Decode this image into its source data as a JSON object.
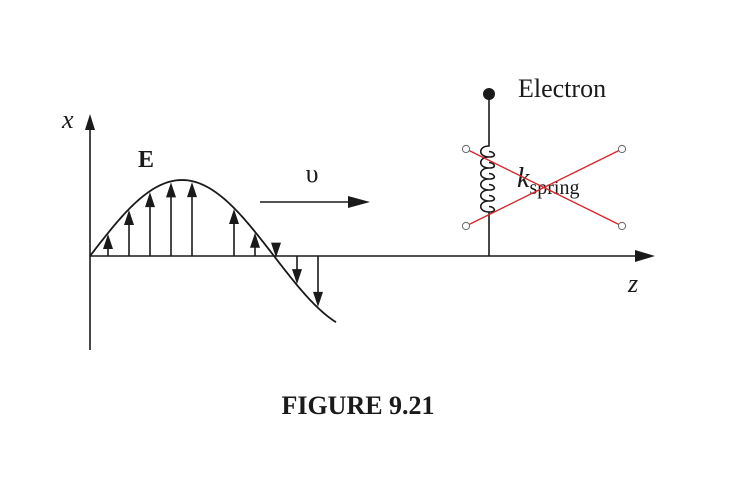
{
  "labels": {
    "x_axis": "x",
    "z_axis": "z",
    "field": "E",
    "velocity": "υ",
    "electron": "Electron",
    "k_main": "k",
    "k_sub": "spring"
  },
  "caption": "FIGURE 9.21",
  "colors": {
    "ink": "#1a1a1a",
    "cross_out": "#d9262a",
    "background": "#ffffff"
  }
}
